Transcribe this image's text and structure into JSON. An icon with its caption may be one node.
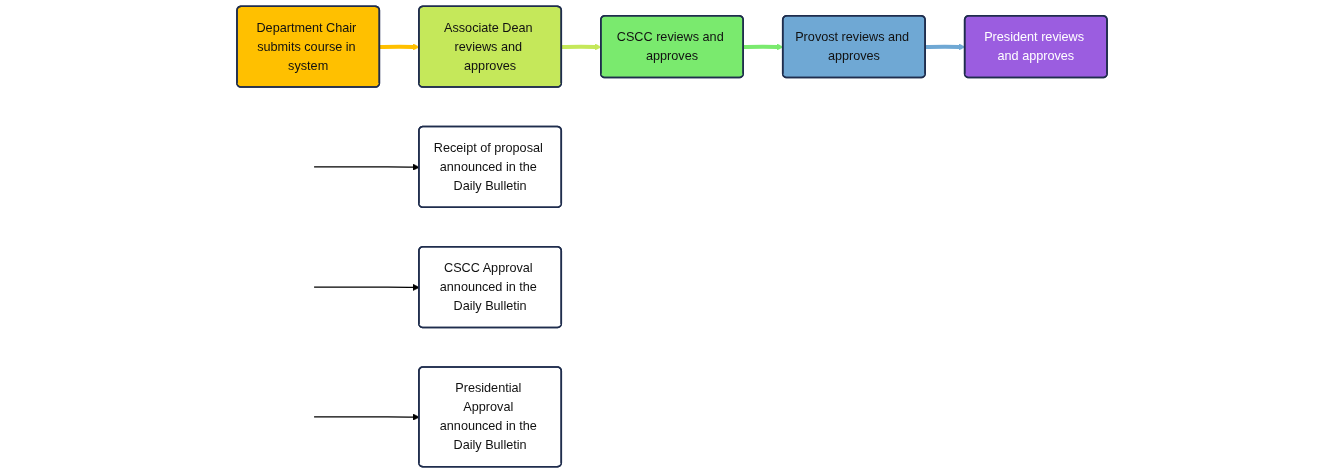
{
  "diagram": {
    "nodes": [
      {
        "text": [
          "Department Chair submits course in system"
        ]
      },
      {
        "text": [
          "Associate Dean reviews and approves"
        ]
      },
      {
        "text": [
          "CSCC reviews and approves"
        ]
      },
      {
        "text": [
          "Provost reviews and approves"
        ]
      },
      {
        "text": [
          "President reviews and approves"
        ]
      },
      {
        "text": [
          "Receipt of proposal announced in the Daily Bulletin"
        ]
      },
      {
        "text": [
          "CSCC Approval announced in the Daily Bulletin"
        ]
      },
      {
        "text": [
          "Presidential Approval announced in the Daily Bulletin"
        ]
      }
    ],
    "edges": [
      {
        "from": 0,
        "to": 1,
        "arrow": "to",
        "color": "#ffc000"
      },
      {
        "from": 1,
        "to": 2,
        "arrow": "to",
        "color": "#c5e85a"
      },
      {
        "from": 2,
        "to": 3,
        "arrow": "to",
        "color": "#7aea6e"
      },
      {
        "from": 3,
        "to": 4,
        "arrow": "to",
        "color": "#6fa8d4"
      },
      {
        "from": null,
        "to": 5,
        "arrow": "to"
      },
      {
        "from": null,
        "to": 6,
        "arrow": "to"
      },
      {
        "from": null,
        "to": 7,
        "arrow": "to"
      }
    ]
  }
}
